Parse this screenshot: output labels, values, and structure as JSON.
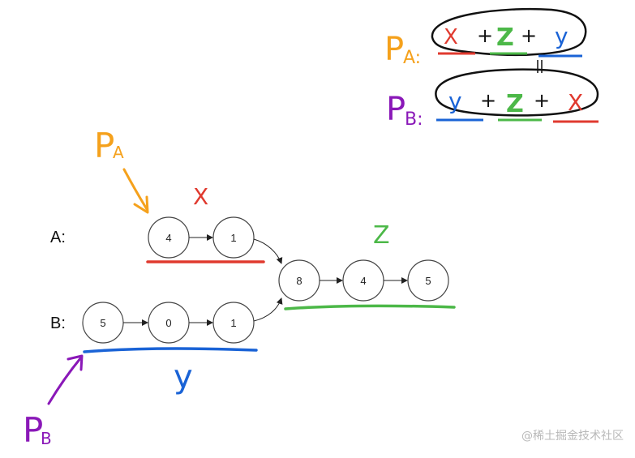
{
  "colors": {
    "orange": "#f5a11c",
    "purple": "#8a18b8",
    "red": "#e03a2f",
    "green": "#4cb848",
    "blue": "#1a63d6",
    "ink": "#222222"
  },
  "lists": {
    "a_label": "A:",
    "b_label": "B:",
    "a_nodes": [
      "4",
      "1"
    ],
    "b_nodes": [
      "5",
      "0",
      "1"
    ],
    "shared_nodes": [
      "8",
      "4",
      "5"
    ]
  },
  "annotations": {
    "x": "X",
    "y": "y",
    "z": "Z",
    "pointer_a": "P",
    "pointer_a_sub": "A",
    "pointer_b": "P",
    "pointer_b_sub": "B",
    "formula_a_prefix": "P",
    "formula_a_sub": "A:",
    "formula_b_prefix": "P",
    "formula_b_sub": "B:",
    "formula_a_terms": [
      "X",
      "+",
      "Z",
      "+",
      "y"
    ],
    "formula_b_terms": [
      "y",
      "+",
      "Z",
      "+",
      "X"
    ],
    "equals": "="
  },
  "watermark": "@稀土掘金技术社区"
}
